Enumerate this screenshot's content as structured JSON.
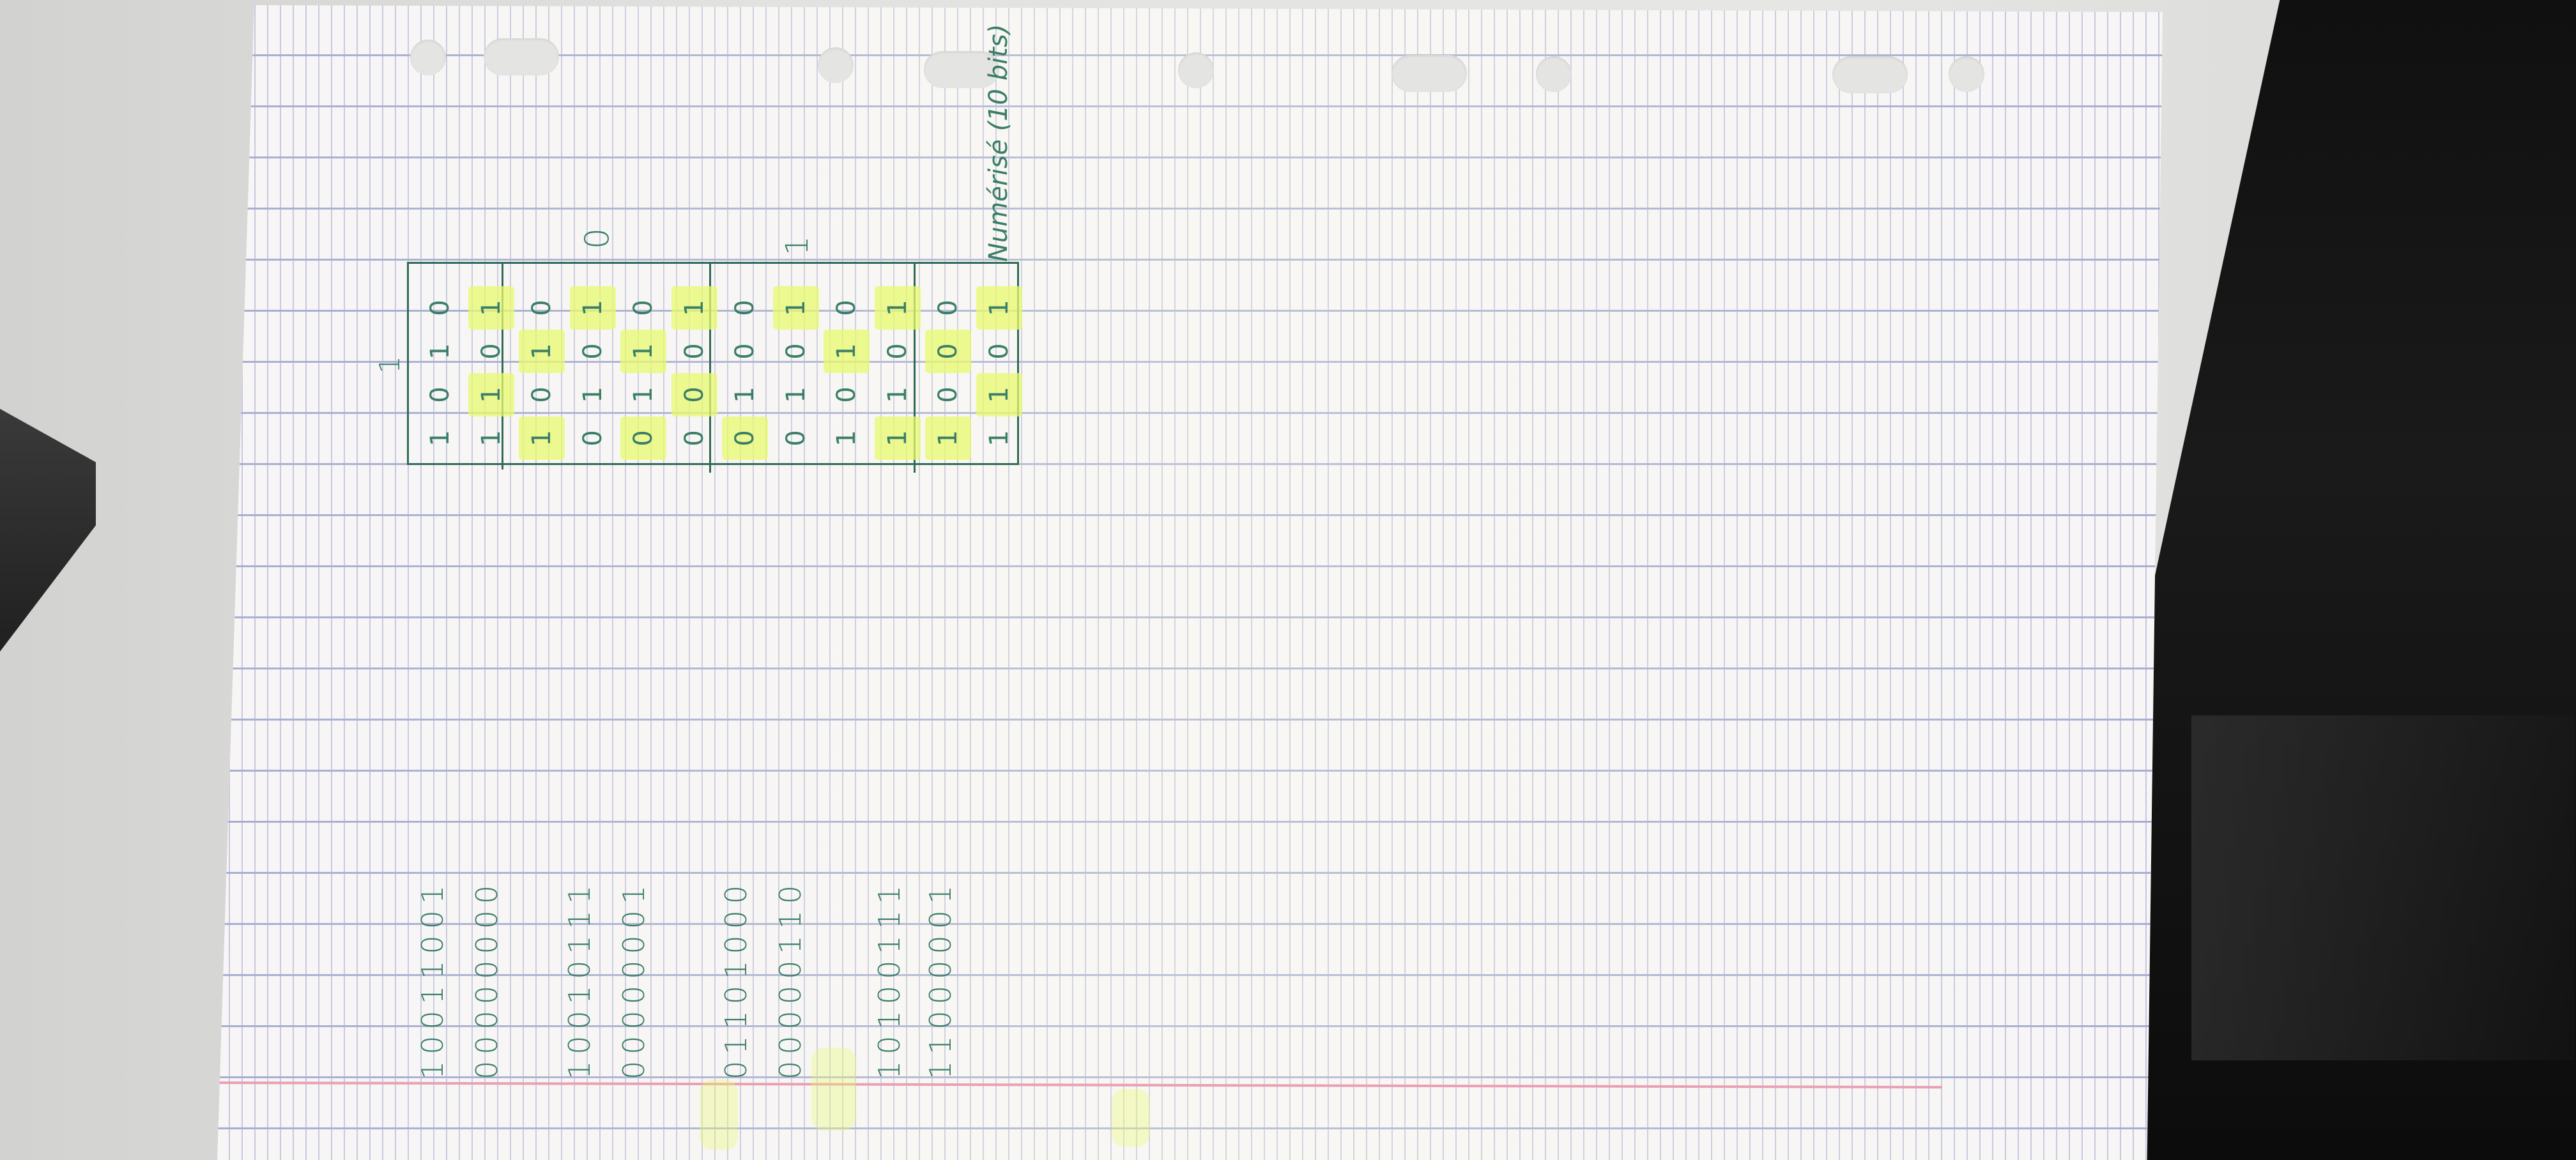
{
  "image": {
    "subject": "lined notebook paper with handwritten binary numbers and a table",
    "paper_color": "#f7f5f6",
    "ink_color": "#3b7e67",
    "highlight_color": "#e8fa6e",
    "margin_line_color": "#e9a0b4"
  },
  "binary_rows": [
    {
      "text": "10011001"
    },
    {
      "text": "00000000"
    },
    {
      "text": "10010111"
    },
    {
      "text": "00000001"
    },
    {
      "text": "01101000"
    },
    {
      "text": "00000110"
    },
    {
      "text": "10100111"
    },
    {
      "text": "11000001"
    }
  ],
  "table": {
    "top_mark": "1",
    "right_note": "0",
    "right_note_2": "1",
    "rows": [
      [
        "1",
        "0",
        "1",
        "0"
      ],
      [
        "1",
        "1",
        "0",
        "1"
      ],
      [
        "1",
        "0",
        "1",
        "0"
      ],
      [
        "0",
        "1",
        "0",
        "1"
      ],
      [
        "0",
        "1",
        "1",
        "0"
      ],
      [
        "0",
        "0",
        "0",
        "1"
      ],
      [
        "0",
        "1",
        "0",
        "0"
      ],
      [
        "0",
        "1",
        "0",
        "1"
      ],
      [
        "1",
        "0",
        "1",
        "0"
      ],
      [
        "1",
        "1",
        "0",
        "1"
      ],
      [
        "1",
        "0",
        "0",
        "0"
      ],
      [
        "1",
        "1",
        "0",
        "1"
      ]
    ],
    "highlights": [
      [
        1,
        1
      ],
      [
        1,
        3
      ],
      [
        2,
        0
      ],
      [
        2,
        2
      ],
      [
        3,
        3
      ],
      [
        4,
        0
      ],
      [
        4,
        2
      ],
      [
        5,
        1
      ],
      [
        5,
        3
      ],
      [
        6,
        0
      ],
      [
        7,
        3
      ],
      [
        8,
        2
      ],
      [
        9,
        0
      ],
      [
        9,
        3
      ],
      [
        10,
        0
      ],
      [
        10,
        2
      ],
      [
        11,
        1
      ],
      [
        11,
        3
      ]
    ]
  },
  "caption": "Numérisé (10 bits)"
}
